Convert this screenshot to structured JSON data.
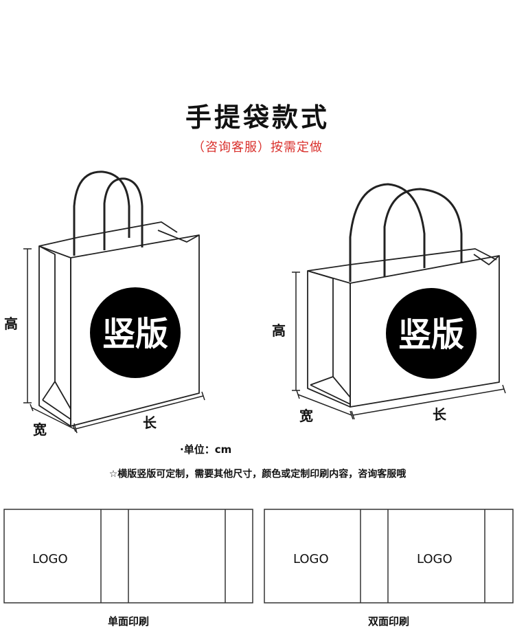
{
  "header": {
    "title": "手提袋款式",
    "subtitle": "（咨询客服）按需定做"
  },
  "bag_left": {
    "badge": "竖版",
    "height_label": "高",
    "width_label": "宽",
    "length_label": "长"
  },
  "bag_right": {
    "badge": "竖版",
    "height_label": "高",
    "width_label": "宽",
    "length_label": "长"
  },
  "unit_text": "·单位：cm",
  "note": "☆横版竖版可定制，需要其他尺寸，颜色或定制印刷内容，咨询客服哦",
  "print_single": {
    "logo": "LOGO",
    "label": "单面印刷"
  },
  "print_double": {
    "logo_1": "LOGO",
    "logo_2": "LOGO",
    "label": "双面印刷"
  },
  "colors": {
    "title": "#111111",
    "subtitle": "#d9302c",
    "badge_fill": "#000000",
    "badge_text": "#ffffff",
    "line": "#222222"
  }
}
